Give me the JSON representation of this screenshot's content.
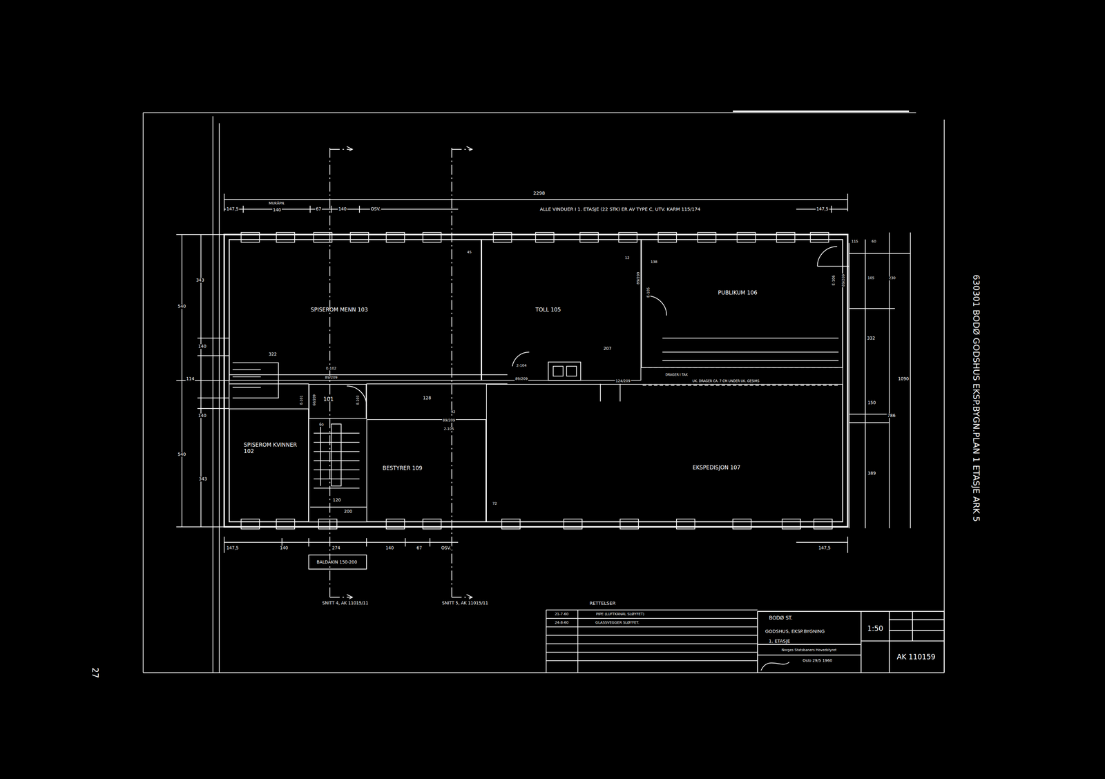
{
  "diagram": {
    "nodes": [
      {
        "text": [
          "SPISEROM MENN 103"
        ]
      },
      {
        "text": [
          "TOLL 105"
        ]
      },
      {
        "text": [
          "PUBLIKUM 106"
        ]
      },
      {
        "text": [
          "101"
        ]
      },
      {
        "text": [
          "SPISEROM KVINNER 102"
        ]
      },
      {
        "text": [
          "BESTYRER 109"
        ]
      },
      {
        "text": [
          "EKSPEDISJON 107"
        ]
      }
    ],
    "labels": [
      "2298",
      "147,5",
      "MURÅPN.",
      "140",
      "67",
      "140",
      "OSV.",
      "ALLE VINDUER I 1. ETASJE (22 STK) ER AV TYPE C, UTV. KARM 115/174",
      "147,5",
      "343",
      "540",
      "140",
      "114",
      "140",
      "540",
      "343",
      "322",
      "45",
      "12",
      "138",
      "207",
      "E-102",
      "89/209",
      "2-104",
      "89/209",
      "124/209",
      "2-105",
      "89/209",
      "92",
      "128",
      "90",
      "120",
      "200",
      "72",
      "E-106",
      "89/209",
      "89/209",
      "E-105",
      "DRAGER I TAK",
      "UK. DRAGER CA. 7 CM UNDER UK. GESIMS",
      "115",
      "60",
      "105",
      "230",
      "332",
      "1090",
      "150",
      "786",
      "389",
      "147,5",
      "140",
      "274",
      "140",
      "67",
      "OSV.",
      "147,5",
      "BALDAKIN 150-200",
      "SNITT 4, AK 11015/11",
      "SNITT 5, AK 11015/11",
      "RETTELSER",
      "21-7-60",
      "PIPE (LUFTKANAL SLØYFET)",
      "24-8-60",
      "GLASSVEGGER SLØYFET.",
      "BODØ ST.",
      "GODSHUS, EKSP.BYGNING",
      "1. ETASJE",
      "Norges Statsbaners Hovedstyret",
      "Oslo 29/5 1960",
      "1:50",
      "AK 110159",
      "630301 BODØ GODSHUS EKSP.BYGN.PLAN 1 ETASJE ARK 5",
      "27",
      "E-101",
      "60/209",
      "E-103"
    ]
  }
}
